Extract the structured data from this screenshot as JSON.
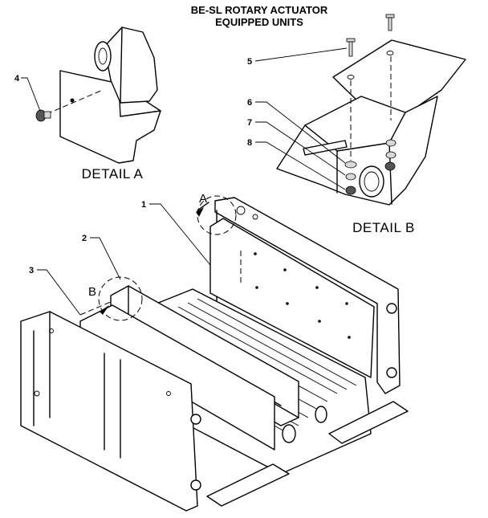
{
  "title": {
    "line1": "BE-SL ROTARY ACTUATOR",
    "line2": "EQUIPPED UNITS"
  },
  "details": {
    "a_label": "DETAIL  A",
    "b_label": "DETAIL  B"
  },
  "view_markers": {
    "a": "A",
    "b": "B"
  },
  "callouts": [
    "1",
    "2",
    "3",
    "4",
    "5",
    "6",
    "7",
    "8"
  ]
}
